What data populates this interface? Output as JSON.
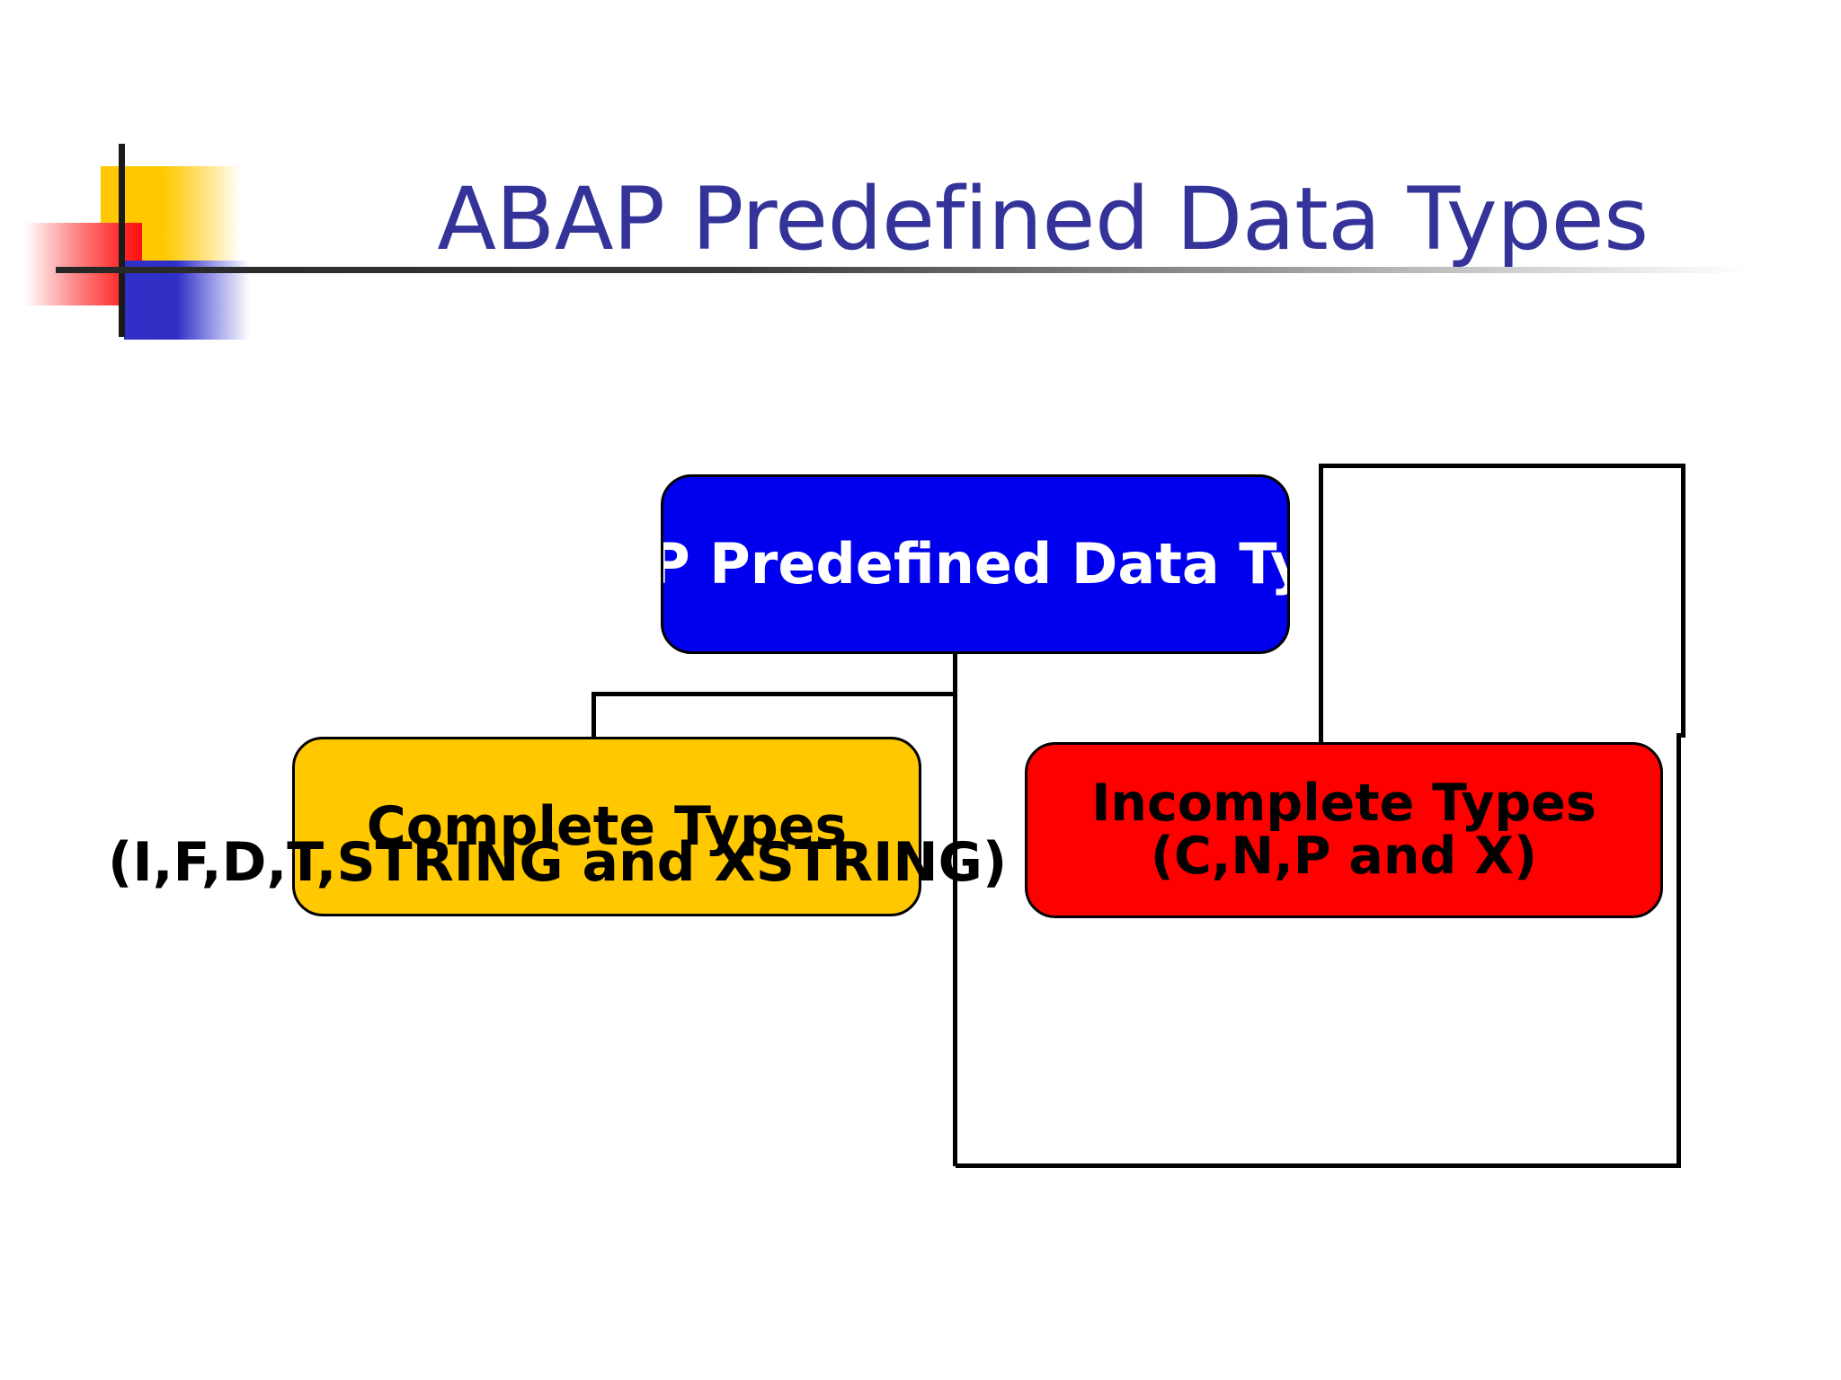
{
  "slide": {
    "title": "ABAP Predefined Data Types",
    "title_color": "#333399",
    "background": "#ffffff"
  },
  "logo": {
    "name": "decorative-squares-logo",
    "yellow": "#FFC800",
    "red": "#FF1010",
    "blue": "#3030C8",
    "crosshair_color": "#1b1b1b"
  },
  "diagram": {
    "type": "hierarchy",
    "root": {
      "label": "ABAP Predefined Data Types",
      "fill": "#0000EE",
      "text_color": "#FFFFFF"
    },
    "children": [
      {
        "label_line1": "Complete Types",
        "label_line2": "(I,F,D,T,STRING and XSTRING)",
        "fill": "#FFC800",
        "text_color": "#000000"
      },
      {
        "label_line1": "Incomplete Types",
        "label_line2": "(C,N,P and X)",
        "fill": "#FF0000",
        "text_color": "#000000"
      }
    ],
    "connector_color": "#000000",
    "outline_rect_color": "#000000"
  }
}
